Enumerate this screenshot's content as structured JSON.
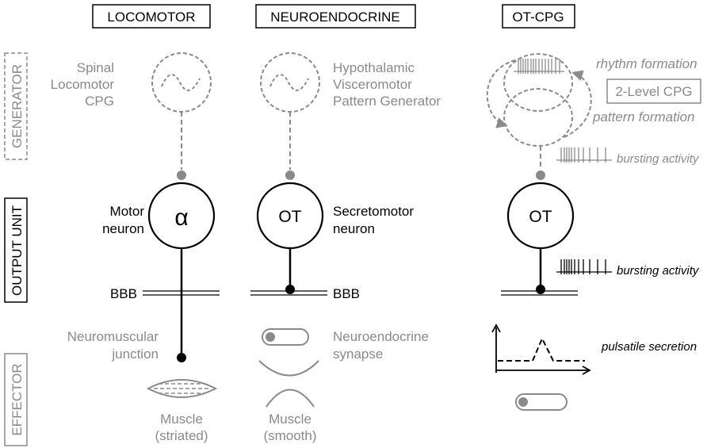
{
  "columns": {
    "locomotor": "LOCOMOTOR",
    "neuroendocrine": "NEUROENDOCRINE",
    "otcpg": "OT-CPG"
  },
  "rows": {
    "generator": "GENERATOR",
    "output_unit": "OUTPUT UNIT",
    "effector": "EFFECTOR"
  },
  "locomotor": {
    "generator_label": [
      "Spinal",
      "Locomotor",
      "CPG"
    ],
    "neuron_symbol": "α",
    "neuron_label": [
      "Motor",
      "neuron"
    ],
    "bbb": "BBB",
    "junction_label": [
      "Neuromuscular",
      "junction"
    ],
    "muscle_label": [
      "Muscle",
      "(striated)"
    ]
  },
  "neuroendocrine": {
    "generator_label": [
      "Hypothalamic",
      "Visceromotor",
      "Pattern Generator"
    ],
    "neuron_symbol": "OT",
    "neuron_label": [
      "Secretomotor",
      "neuron"
    ],
    "bbb": "BBB",
    "synapse_label": [
      "Neuroendocrine",
      "synapse"
    ],
    "muscle_label": [
      "Muscle",
      "(smooth)"
    ]
  },
  "otcpg": {
    "rhythm": "rhythm formation",
    "cpg_box": "2-Level CPG",
    "pattern": "pattern formation",
    "bursting_gray": "bursting activity",
    "neuron_symbol": "OT",
    "bursting_black": "bursting activity",
    "secretion": "pulsatile  secretion"
  },
  "colors": {
    "gray": "#8a8a8a",
    "black": "#000000"
  }
}
